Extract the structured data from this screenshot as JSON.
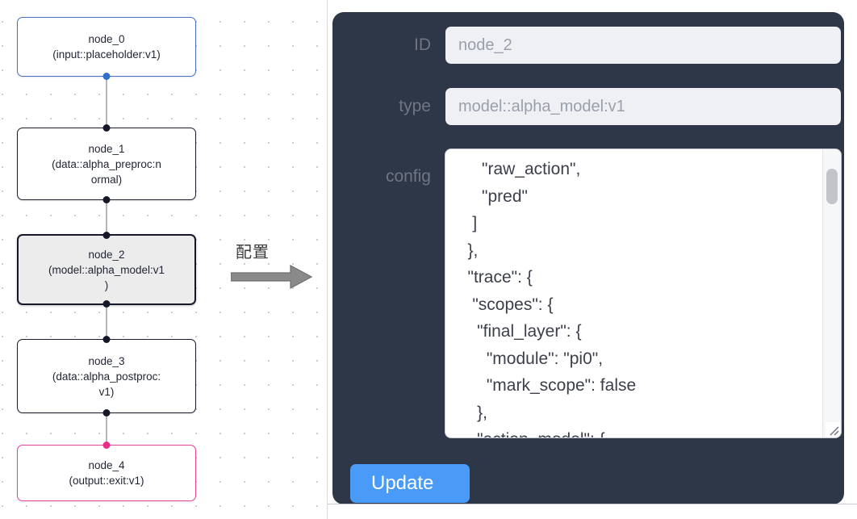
{
  "canvas": {
    "nodes": [
      {
        "id": "node_0",
        "label": "node_0\n(input::placeholder:v1)",
        "kind": "input",
        "selected": false
      },
      {
        "id": "node_1",
        "label": "node_1\n(data::alpha_preproc:n\normal)",
        "kind": "default",
        "selected": false
      },
      {
        "id": "node_2",
        "label": "node_2\n(model::alpha_model:v1\n)",
        "kind": "default",
        "selected": true
      },
      {
        "id": "node_3",
        "label": "node_3\n(data::alpha_postproc:\nv1)",
        "kind": "default",
        "selected": false
      },
      {
        "id": "node_4",
        "label": "node_4\n(output::exit:v1)",
        "kind": "output",
        "selected": false
      }
    ],
    "colors": {
      "input_border": "#4a72c4",
      "output_border": "#e5449a",
      "default_border": "#1c1c2b",
      "selected_fill": "#ececec",
      "edge": "#b3b6bd",
      "handle": "#16182a",
      "handle_blue": "#2f6fd0",
      "handle_pink": "#ec2d87",
      "dot_grid": "#c9ccd4"
    }
  },
  "arrow": {
    "label": "配置",
    "color": "#7b7b7b"
  },
  "panel": {
    "background": "#2e3747",
    "rows": {
      "id": {
        "label": "ID",
        "value": "node_2",
        "placeholder": "node_2"
      },
      "type": {
        "label": "type",
        "value": "model::alpha_model:v1",
        "placeholder": "model::alpha_model:v1"
      },
      "config": {
        "label": "config",
        "value": "      \"raw_action\",\n      \"pred\"\n    ]\n   },\n   \"trace\": {\n    \"scopes\": {\n     \"final_layer\": {\n       \"module\": \"pi0\",\n       \"mark_scope\": false\n     },\n     \"action_model\": {",
        "scrollbar": {
          "thumb_top_pct": 7,
          "thumb_height_pct": 12
        },
        "resize_handle": "resize-grip-icon"
      }
    },
    "update_button": {
      "label": "Update",
      "color": "#4a9bf7"
    }
  }
}
